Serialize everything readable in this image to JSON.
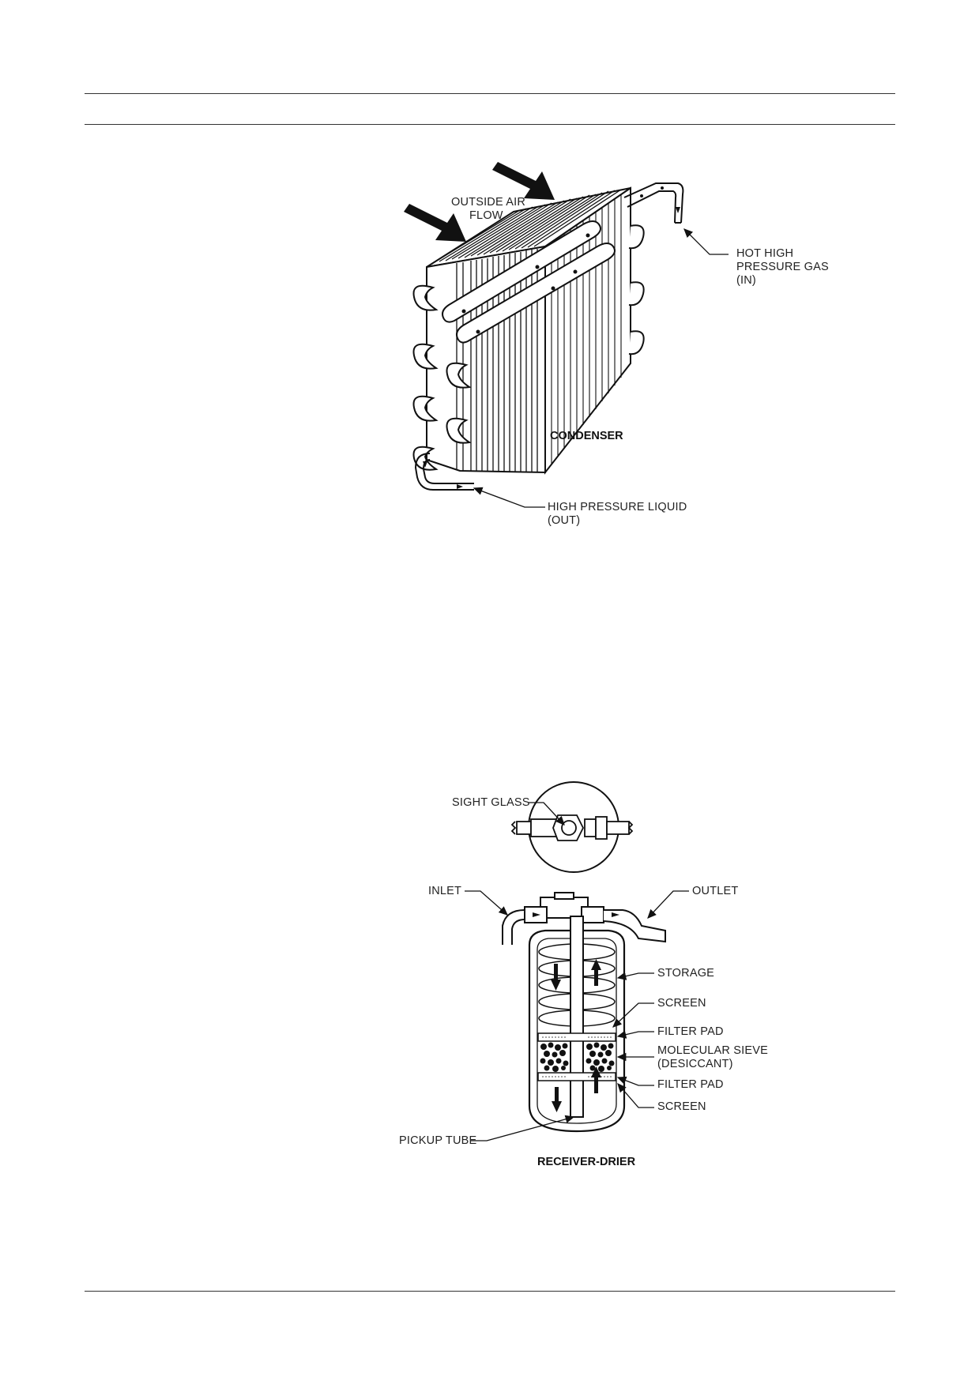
{
  "condenser": {
    "caption": "CONDENSER",
    "labels": {
      "air_flow": [
        "OUTSIDE AIR",
        "FLOW"
      ],
      "gas_in": [
        "HOT HIGH",
        "PRESSURE GAS",
        "(IN)"
      ],
      "liquid_out": [
        "HIGH PRESSURE LIQUID",
        "(OUT)"
      ]
    }
  },
  "receiver_drier": {
    "caption": "RECEIVER-DRIER",
    "labels": {
      "sight_glass": "SIGHT GLASS",
      "inlet": "INLET",
      "outlet": "OUTLET",
      "storage": "STORAGE",
      "screen_top": "SCREEN",
      "filter_pad_top": "FILTER PAD",
      "molecular_sieve": [
        "MOLECULAR SIEVE",
        "(DESICCANT)"
      ],
      "filter_pad_bottom": "FILTER PAD",
      "screen_bottom": "SCREEN",
      "pickup_tube": "PICKUP TUBE"
    }
  }
}
